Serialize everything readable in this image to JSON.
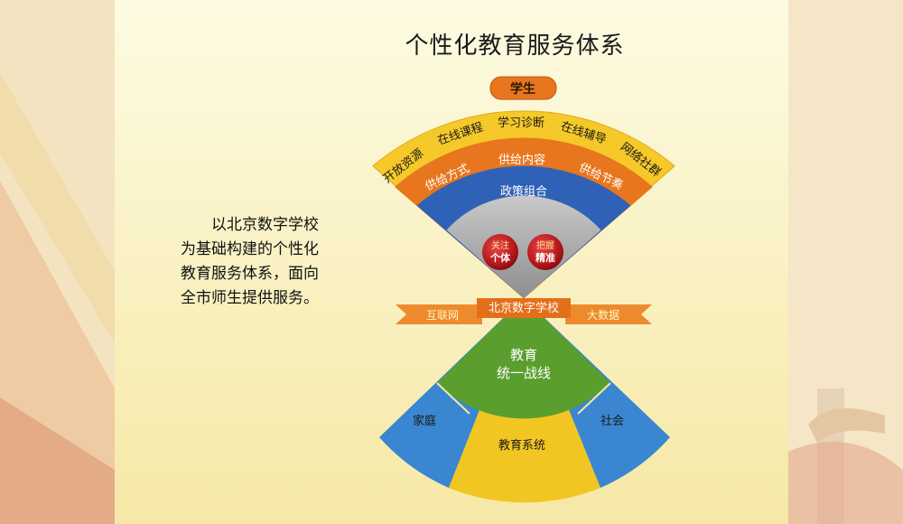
{
  "title": "个性化教育服务体系",
  "description_lines": [
    "以北京数字学校",
    "为基础构建的个性化",
    "教育服务体系，面向",
    "全市师生提供服务。"
  ],
  "top_fan": {
    "badge": "学生",
    "outer_ring": [
      "开放资源",
      "在线课程",
      "学习诊断",
      "在线辅导",
      "网络社群"
    ],
    "orange_ring": [
      "供给方式",
      "供给内容",
      "供给节奏"
    ],
    "blue_ring": "政策组合",
    "balls": [
      {
        "line1": "关注",
        "line2": "个体"
      },
      {
        "line1": "把握",
        "line2": "精准"
      }
    ]
  },
  "banner": {
    "left": "互联网",
    "center": "北京数字学校",
    "right": "大数据"
  },
  "bottom_fan": {
    "core_line1": "教育",
    "core_line2": "统一战线",
    "segments": [
      "家庭",
      "教育系统",
      "社会"
    ]
  },
  "colors": {
    "outer_ring": "#F5C92A",
    "orange_ring": "#E8761E",
    "blue_ring": "#2F62B6",
    "gray_core": "#A9A9A9",
    "green_core": "#5A9E2E",
    "blue_segment": "#3A86D0",
    "yellow_segment": "#F2C622",
    "red_ball": "#C0191E",
    "banner": "#EE8A2E"
  }
}
